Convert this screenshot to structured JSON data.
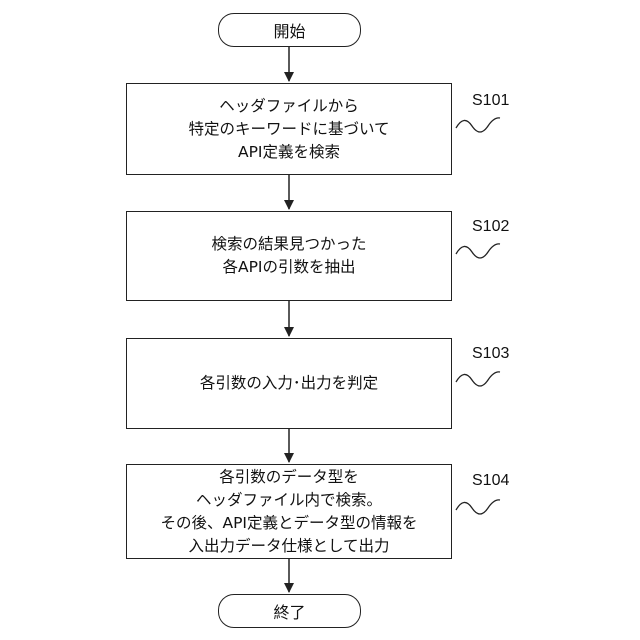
{
  "start": {
    "label": "開始"
  },
  "end": {
    "label": "終了"
  },
  "steps": [
    {
      "id": "S101",
      "lines": [
        "ヘッダファイルから",
        "特定のキーワードに基づいて",
        "API定義を検索"
      ]
    },
    {
      "id": "S102",
      "lines": [
        "検索の結果見つかった",
        "各APIの引数を抽出"
      ]
    },
    {
      "id": "S103",
      "lines": [
        "各引数の入力･出力を判定"
      ]
    },
    {
      "id": "S104",
      "lines": [
        "各引数のデータ型を",
        "ヘッダファイル内で検索。",
        "その後、API定義とデータ型の情報を",
        "入出力データ仕様として出力"
      ]
    }
  ]
}
